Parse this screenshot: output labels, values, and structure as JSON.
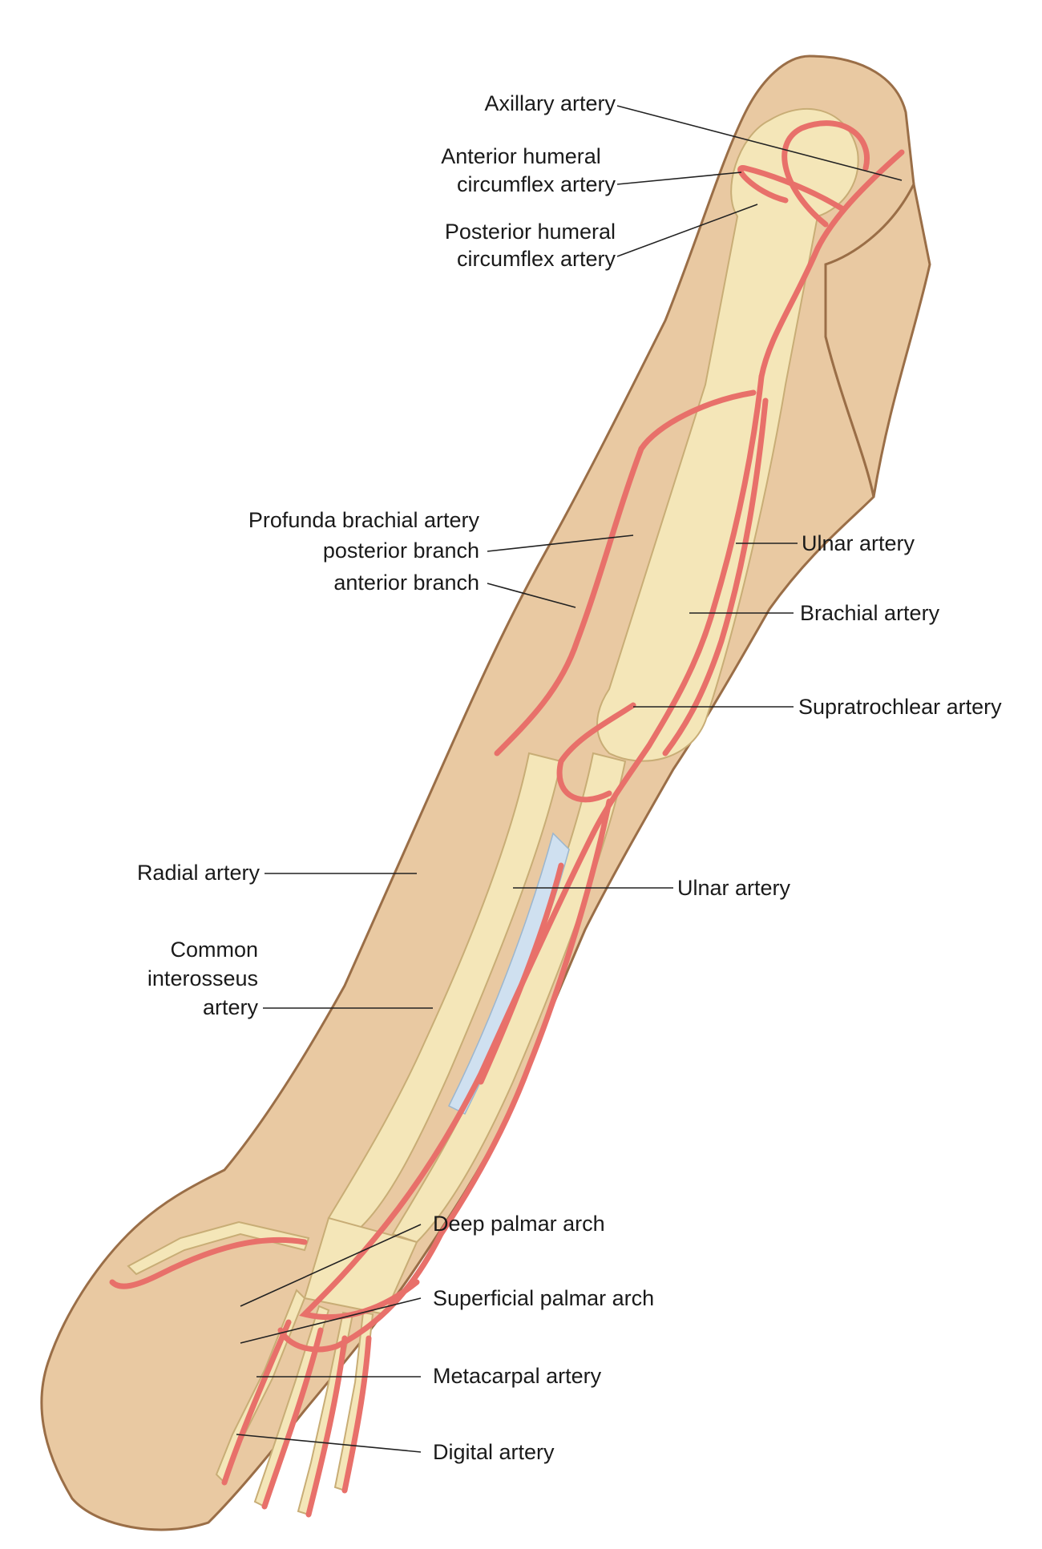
{
  "colors": {
    "skin": "#e9c9a2",
    "skin_outline": "#9a6e47",
    "bone": "#f4e6b8",
    "bone_outline": "#c8ad76",
    "artery": "#e8706a",
    "artery_outline": "#b8443e",
    "membrane": "#cfe0f0",
    "leader_line": "#222222"
  },
  "labels": {
    "axillary": "Axillary artery",
    "ant_circ_1": "Anterior humeral",
    "ant_circ_2": "circumflex artery",
    "post_circ_1": "Posterior humeral",
    "post_circ_2": "circumflex artery",
    "profunda": "Profunda brachial artery",
    "post_branch": "posterior branch",
    "ant_branch": "anterior branch",
    "ulnar_upper": "Ulnar artery",
    "brachial": "Brachial artery",
    "supratrochlear": "Supratrochlear artery",
    "radial": "Radial artery",
    "ulnar_lower": "Ulnar artery",
    "common_inter_1": "Common",
    "common_inter_2": "interosseus",
    "common_inter_3": "artery",
    "deep_palmar": "Deep palmar arch",
    "superficial_palmar": "Superficial palmar arch",
    "metacarpal": "Metacarpal artery",
    "digital": "Digital artery"
  }
}
